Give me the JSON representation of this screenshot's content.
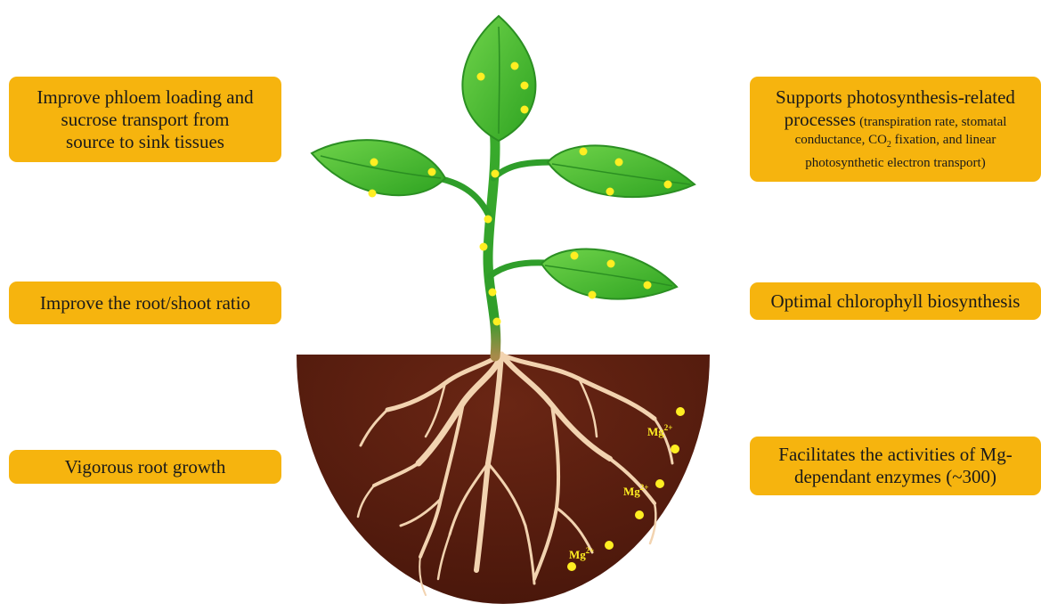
{
  "left_boxes": [
    {
      "lines": [
        "Improve phloem loading and",
        "sucrose transport from",
        "source to sink tissues"
      ]
    },
    {
      "lines": [
        "Improve the root/shoot ratio"
      ]
    },
    {
      "lines": [
        "Vigorous root growth"
      ]
    }
  ],
  "right_boxes": [
    {
      "line1": "Supports photosynthesis-related",
      "line2_big": "processes",
      "line2_small": "(transpiration rate, stomatal",
      "line3_a": "conductance, CO",
      "line3_sub": "2",
      "line3_b": "fixation, and linear",
      "line4": "photosynthetic electron transport)"
    },
    {
      "lines": [
        "Optimal chlorophyll biosynthesis"
      ]
    },
    {
      "lines": [
        "Facilitates the activities of Mg-",
        "dependant enzymes (~300)"
      ]
    }
  ],
  "ion_label": {
    "base": "Mg",
    "charge": "2+"
  },
  "colors": {
    "box": "#f6b40e",
    "leaf": "#3bb52a",
    "leaf_light": "#6fd34a",
    "stem": "#2f9e2a",
    "soil": "#5a1e10",
    "root": "#f2d3b0",
    "dot": "#ffee22"
  }
}
